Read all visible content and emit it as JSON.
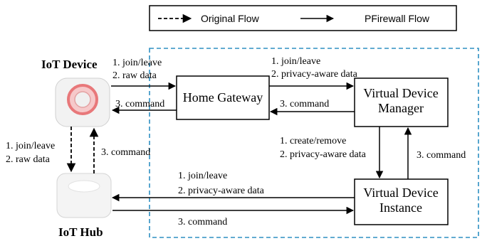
{
  "legend": {
    "original": "Original Flow",
    "pfirewall": "PFirewall Flow"
  },
  "nodes": {
    "iot_device": "IoT Device",
    "iot_hub": "IoT Hub",
    "home_gateway": "Home Gateway",
    "vdm_line1": "Virtual Device",
    "vdm_line2": "Manager",
    "vdi_line1": "Virtual Device",
    "vdi_line2": "Instance"
  },
  "edges": {
    "device_to_gateway_1": "1. join/leave",
    "device_to_gateway_2": "2. raw data",
    "gateway_to_device": "3. command",
    "gateway_to_manager_1": "1. join/leave",
    "gateway_to_manager_2": "2. privacy-aware data",
    "manager_to_gateway": "3. command",
    "manager_to_instance_1": "1. create/remove",
    "manager_to_instance_2": "2. privacy-aware data",
    "instance_to_manager": "3. command",
    "device_to_hub_1": "1. join/leave",
    "device_to_hub_2": "2. raw data",
    "hub_to_device": "3. command",
    "instance_to_hub_1": "1. join/leave",
    "instance_to_hub_2": "2. privacy-aware data",
    "hub_to_instance": "3. command"
  },
  "colors": {
    "boundary": "#2e8fc2",
    "device_ring": "#e8787a",
    "device_body": "#f2f2f2",
    "hub_body": "#f4f4f4"
  }
}
